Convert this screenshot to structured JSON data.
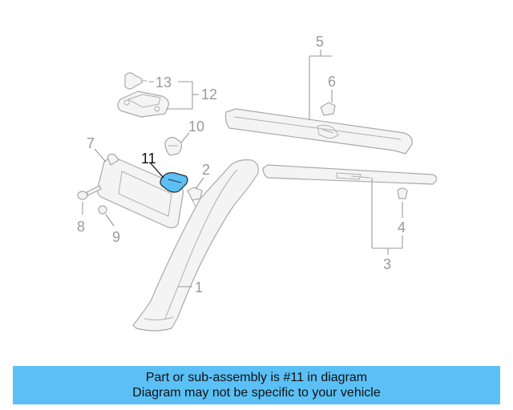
{
  "diagram": {
    "callouts": [
      {
        "id": "c1",
        "text": "1"
      },
      {
        "id": "c2",
        "text": "2"
      },
      {
        "id": "c3",
        "text": "3"
      },
      {
        "id": "c4",
        "text": "4"
      },
      {
        "id": "c5",
        "text": "5"
      },
      {
        "id": "c6",
        "text": "6"
      },
      {
        "id": "c7",
        "text": "7"
      },
      {
        "id": "c8",
        "text": "8"
      },
      {
        "id": "c9",
        "text": "9"
      },
      {
        "id": "c10",
        "text": "10"
      },
      {
        "id": "c11",
        "text": "11"
      },
      {
        "id": "c12",
        "text": "12"
      },
      {
        "id": "c13",
        "text": "13"
      }
    ],
    "highlight_color": "#5bc0f5"
  },
  "banner": {
    "line1": "Part or sub-assembly is #11 in diagram",
    "line2": "Diagram may not be specific to your vehicle",
    "color": "#5bc0f5"
  }
}
